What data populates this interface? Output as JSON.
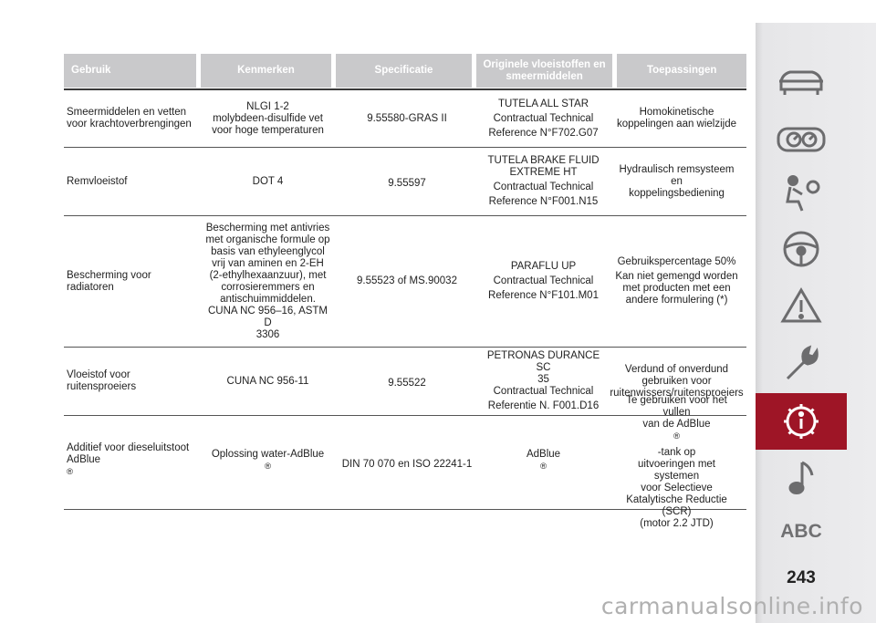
{
  "table": {
    "headers": [
      "Gebruik",
      "Kenmerken",
      "Specificatie",
      "Originele vloeistoffen en smeermiddelen",
      "Toepassingen"
    ],
    "rows": [
      {
        "gebruik": [
          "Smeermiddelen en vetten",
          "voor krachtoverbrengingen"
        ],
        "kenmerken": [
          "NLGI 1-2",
          "molybdeen-disulfide vet",
          "voor hoge temperaturen"
        ],
        "specificatie": "9.55580-GRAS II",
        "origineel": [
          "TUTELA ALL STAR",
          "Contractual Technical",
          "Reference N°F702.G07"
        ],
        "toepassingen": [
          "Homokinetische",
          "koppelingen aan wielzijde"
        ]
      },
      {
        "gebruik": [
          "Remvloeistof"
        ],
        "kenmerken": [
          "DOT 4"
        ],
        "specificatie": "9.55597",
        "origineel": [
          "TUTELA BRAKE FLUID",
          "EXTREME HT",
          "Contractual Technical",
          "Reference N°F001.N15"
        ],
        "toepassingen": [
          "Hydraulisch remsysteem en",
          "koppelingsbediening"
        ]
      },
      {
        "gebruik": [
          "Bescherming voor",
          "radiatoren"
        ],
        "kenmerken": [
          "Bescherming met antivries",
          "met organische formule op",
          "basis van ethyleenglycol",
          "vrij van aminen en 2-EH",
          "(2-ethylhexaanzuur), met",
          "corrosieremmers en",
          "antischuimmiddelen.",
          "CUNA NC 956–16, ASTM D",
          "3306"
        ],
        "specificatie": "9.55523 of MS.90032",
        "origineel": [
          "PARAFLU UP",
          "Contractual Technical",
          "Reference N°F101.M01"
        ],
        "toepassingen": [
          "Gebruikspercentage 50%",
          "Kan niet gemengd worden",
          "met producten met een",
          "andere formulering (*)"
        ]
      },
      {
        "gebruik": [
          "Vloeistof voor",
          "ruitensproeiers"
        ],
        "kenmerken": [
          "CUNA NC 956-11"
        ],
        "specificatie": "9.55522",
        "origineel": [
          "PETRONAS DURANCE SC",
          "35",
          "Contractual Technical",
          "Referentie N. F001.D16"
        ],
        "toepassingen": [
          "Verdund of onverdund",
          "gebruiken voor",
          "ruitenwissers/ruitensproeiers"
        ]
      },
      {
        "gebruik": [
          "Additief voor dieseluitstoot",
          "AdBlue"
        ],
        "kenmerken": [
          "Oplossing water-AdBlue"
        ],
        "specificatie": "DIN 70 070 en ISO 22241-1",
        "origineel": [
          "AdBlue"
        ],
        "toepassingen": [
          "Te gebruiken voor het vullen",
          "van de AdBlue ",
          "-tank op",
          "uitvoeringen met systemen",
          "voor Selectieve",
          "Katalytische Reductie (SCR)",
          "(motor 2.2 JTD)"
        ]
      }
    ],
    "registered_mark": "®"
  },
  "sidebar": {
    "icons": [
      "car-icon",
      "dashboard-gauges-icon",
      "airbag-seat-icon",
      "steering-wheel-icon",
      "warning-triangle-icon",
      "wrench-icon",
      "settings-gear-icon",
      "music-note-icon"
    ],
    "active_index": 6,
    "active_color": "#9e1526",
    "abc_label": "ABC"
  },
  "page_number": "243",
  "watermark": "carmanualsonline.info"
}
